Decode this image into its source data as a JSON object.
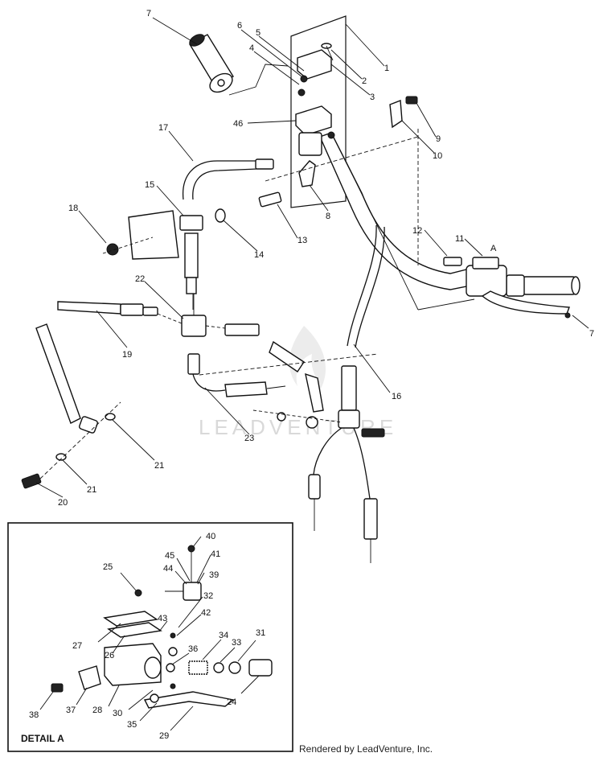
{
  "watermark": "LEADVENTURE",
  "credit": "Rendered by LeadVenture, Inc.",
  "detail_title": "DETAIL A",
  "detail_marker": "A",
  "callouts": {
    "c1": "1",
    "c2": "2",
    "c3": "3",
    "c4": "4",
    "c5": "5",
    "c6": "6",
    "c7a": "7",
    "c7b": "7",
    "c8": "8",
    "c9": "9",
    "c10": "10",
    "c11": "11",
    "c12": "12",
    "c13": "13",
    "c14": "14",
    "c15": "15",
    "c16": "16",
    "c17": "17",
    "c18": "18",
    "c19": "19",
    "c20": "20",
    "c21a": "21",
    "c21b": "21",
    "c22": "22",
    "c23": "23",
    "c24": "24",
    "c25": "25",
    "c26": "26",
    "c27": "27",
    "c28": "28",
    "c29": "29",
    "c30": "30",
    "c31": "31",
    "c32": "32",
    "c33": "33",
    "c34": "34",
    "c35": "35",
    "c36": "36",
    "c37": "37",
    "c38": "38",
    "c39": "39",
    "c40": "40",
    "c41": "41",
    "c42": "42",
    "c43": "43",
    "c44": "44",
    "c45": "45",
    "c46": "46"
  }
}
